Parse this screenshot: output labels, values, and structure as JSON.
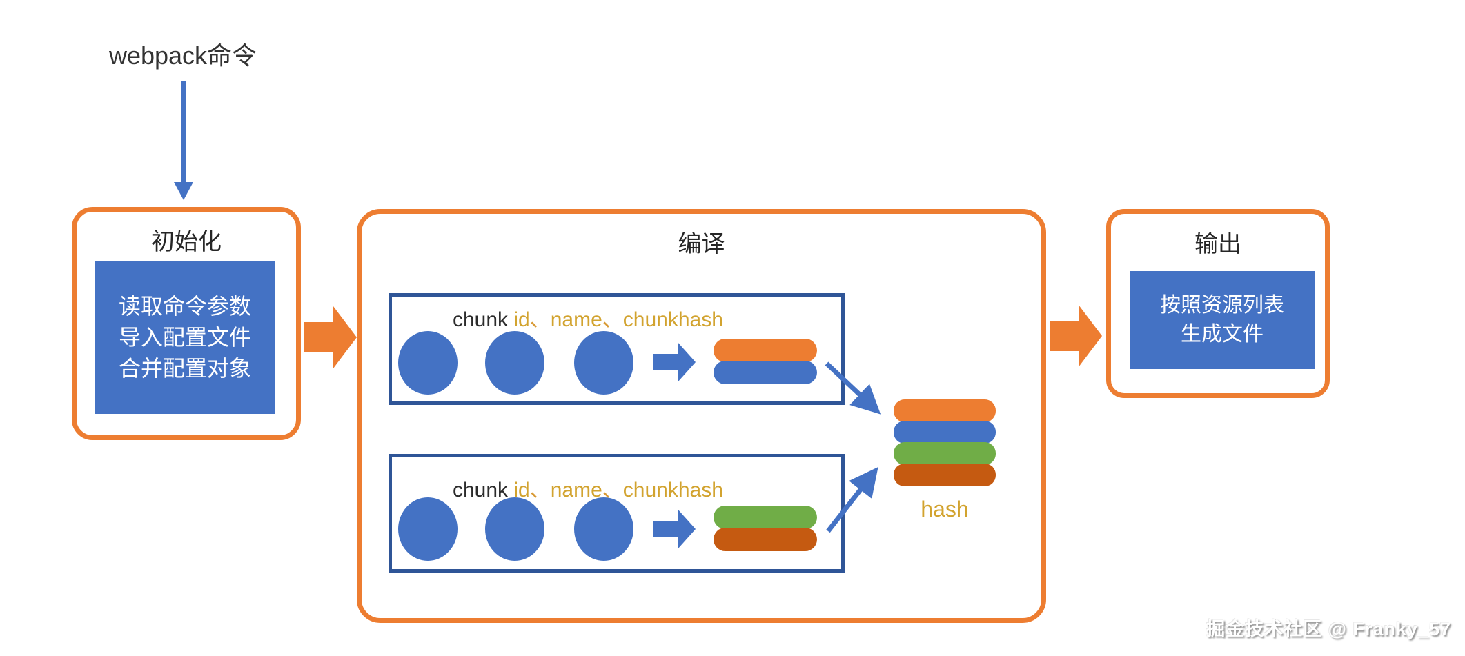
{
  "colors": {
    "orange": "#ED7D31",
    "blue": "#4472C4",
    "green": "#70AD47",
    "dark_orange": "#C55A11",
    "box_border_orange": "#ED7D31",
    "inner_border_blue": "#2F5597",
    "gold_text": "#D2A32F",
    "title_text": "#262626"
  },
  "top_label": "webpack命令",
  "stages": {
    "init": {
      "title": "初始化",
      "lines": [
        "读取命令参数",
        "导入配置文件",
        "合并配置对象"
      ]
    },
    "compile": {
      "title": "编译",
      "rows": [
        {
          "segments": [
            {
              "t": "chunk "
            },
            {
              "t": "id"
            },
            {
              "t": "、"
            },
            {
              "t": "name"
            },
            {
              "t": "、"
            },
            {
              "t": "chunkhash"
            }
          ],
          "pills": [
            "orange",
            "blue"
          ]
        },
        {
          "segments": [
            {
              "t": "chunk "
            },
            {
              "t": "id"
            },
            {
              "t": "、"
            },
            {
              "t": "name"
            },
            {
              "t": "、"
            },
            {
              "t": "chunkhash"
            }
          ],
          "pills": [
            "green",
            "dark_orange"
          ]
        }
      ],
      "hash": {
        "pills": [
          "orange",
          "blue",
          "green",
          "dark_orange"
        ],
        "label": "hash"
      }
    },
    "output": {
      "title": "输出",
      "lines": [
        "按照资源列表",
        "生成文件"
      ]
    }
  },
  "watermark": "掘金技术社区 @ Franky_57"
}
